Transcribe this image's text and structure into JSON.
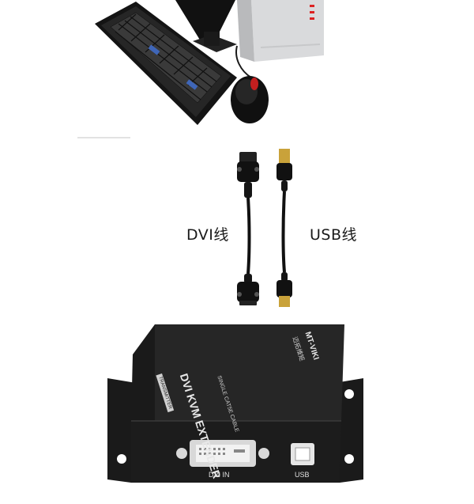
{
  "labels": {
    "dvi_cable": "DVI线",
    "usb_cable": "USB线"
  },
  "device": {
    "front_title": "DVI KVM EXTENDER",
    "front_subtitle": "SINGLE CAT5E CABLE",
    "brand": "MT-VIKI",
    "brand_sub": "迈拓维矩",
    "side_label": "TRANSMITTER",
    "port_dvi": "DVI IN",
    "port_usb": "USB"
  },
  "colors": {
    "device_body": "#1c1c1c",
    "cable": "#111111",
    "usb_gold": "#c9a23a"
  }
}
